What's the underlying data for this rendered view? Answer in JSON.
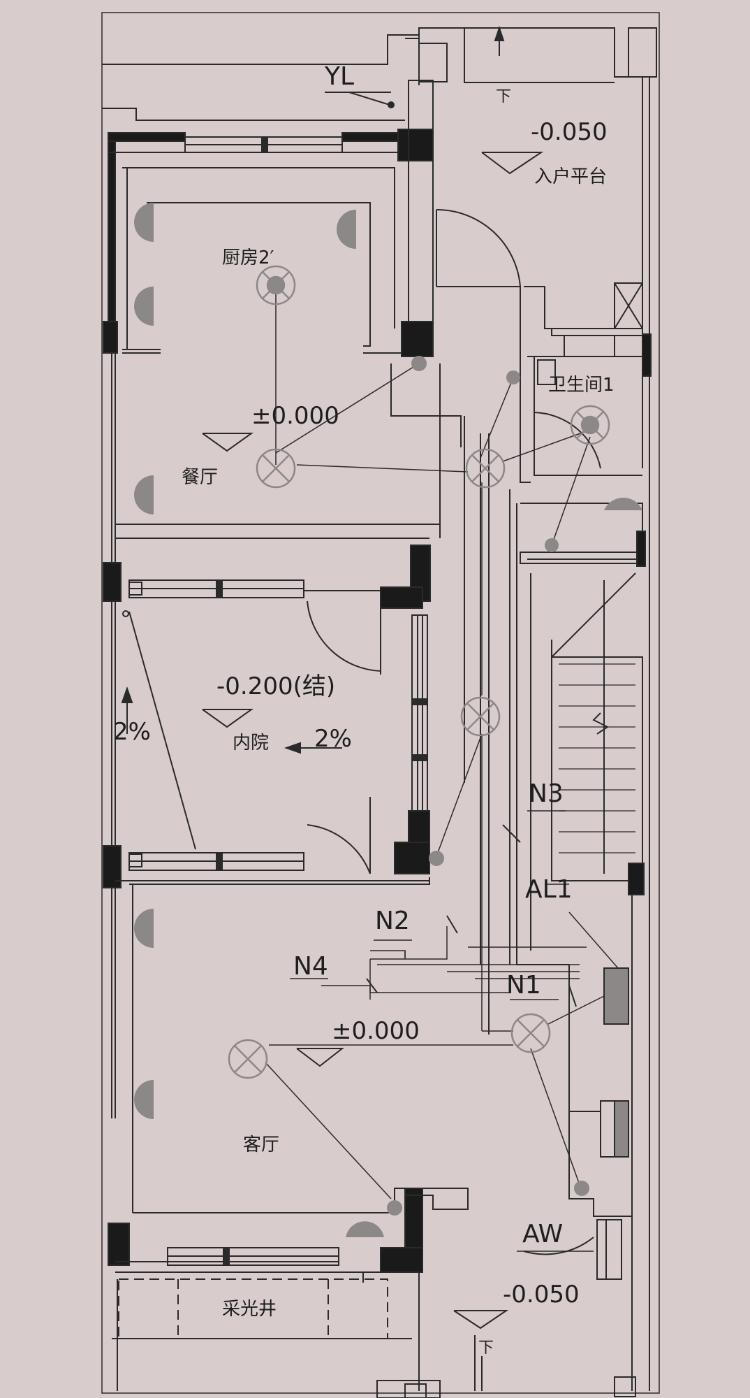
{
  "labels": {
    "yl": "YL",
    "entry_down": "下",
    "entry_level": "-0.050",
    "entry_platform": "入户平台",
    "kitchen": "厨房2′",
    "dining_level": "±0.000",
    "dining": "餐厅",
    "bathroom": "卫生间1",
    "courtyard_level": "-0.200(结)",
    "courtyard": "内院",
    "slope_left": "2%",
    "slope_right": "2%",
    "n3": "N3",
    "al1": "AL1",
    "n2": "N2",
    "n4": "N4",
    "n1": "N1",
    "living_level": "±0.000",
    "living": "客厅",
    "aw": "AW",
    "lightwell": "采光井",
    "bottom_level": "-0.050",
    "bottom_down": "下"
  },
  "colors": {
    "paper": "#d9cccc",
    "line": "#2a2a2a",
    "fill": "#1a1a1a",
    "fixture": "#8c8888"
  }
}
